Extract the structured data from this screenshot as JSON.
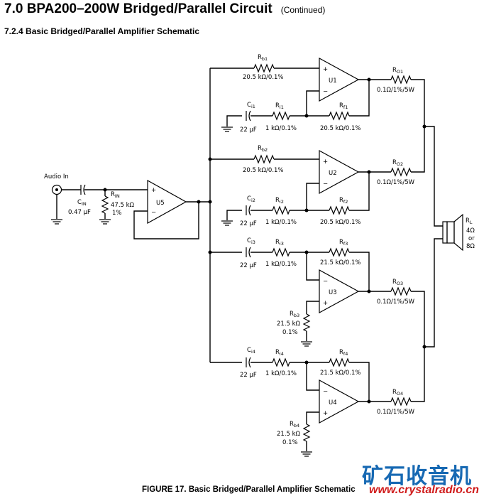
{
  "header": {
    "title": "7.0 BPA200–200W Bridged/Parallel Circuit",
    "continued": "(Continued)",
    "subtitle": "7.2.4 Basic Bridged/Parallel Amplifier Schematic"
  },
  "caption": "FIGURE 17. Basic Bridged/Parallel Amplifier Schematic",
  "watermark": {
    "cn": "矿石收音机",
    "url": "www.crystalradio.cn"
  },
  "input": {
    "label": "Audio In",
    "cin": "C",
    "cin_sub": "IN",
    "cin_val": "0.47 μF",
    "rin": "R",
    "rin_sub": "IN",
    "rin_val": "47.5 kΩ",
    "rin_tol": "1%"
  },
  "u5": "U5",
  "stage1": {
    "rb": "R",
    "rb_sub": "b1",
    "rb_val": "20.5 kΩ/0.1%",
    "ci": "C",
    "ci_sub": "i1",
    "ci_val": "22 μF",
    "ri": "R",
    "ri_sub": "i1",
    "ri_val": "1 kΩ/0.1%",
    "rf": "R",
    "rf_sub": "f1",
    "rf_val": "20.5 kΩ/0.1%",
    "u": "U1",
    "ro": "R",
    "ro_sub": "O1",
    "ro_val": "0.1Ω/1%/5W"
  },
  "stage2": {
    "rb": "R",
    "rb_sub": "b2",
    "rb_val": "20.5 kΩ/0.1%",
    "ci": "C",
    "ci_sub": "i2",
    "ci_val": "22 μF",
    "ri": "R",
    "ri_sub": "i2",
    "ri_val": "1 kΩ/0.1%",
    "rf": "R",
    "rf_sub": "f2",
    "rf_val": "20.5 kΩ/0.1%",
    "u": "U2",
    "ro": "R",
    "ro_sub": "O2",
    "ro_val": "0.1Ω/1%/5W"
  },
  "stage3": {
    "ci": "C",
    "ci_sub": "i3",
    "ci_val": "22 μF",
    "ri": "R",
    "ri_sub": "i3",
    "ri_val": "1 kΩ/0.1%",
    "rf": "R",
    "rf_sub": "f3",
    "rf_val": "21.5 kΩ/0.1%",
    "u": "U3",
    "rb": "R",
    "rb_sub": "b3",
    "rb_val": "21.5 kΩ",
    "rb_tol": "0.1%",
    "ro": "R",
    "ro_sub": "O3",
    "ro_val": "0.1Ω/1%/5W"
  },
  "stage4": {
    "ci": "C",
    "ci_sub": "i4",
    "ci_val": "22 μF",
    "ri": "R",
    "ri_sub": "i4",
    "ri_val": "1 kΩ/0.1%",
    "rf": "R",
    "rf_sub": "f4",
    "rf_val": "21.5 kΩ/0.1%",
    "u": "U4",
    "rb": "R",
    "rb_sub": "b4",
    "rb_val": "21.5 kΩ",
    "rb_tol": "0.1%",
    "ro": "R",
    "ro_sub": "O4",
    "ro_val": "0.1Ω/1%/5W"
  },
  "load": {
    "rl": "R",
    "rl_sub": "L",
    "v1": "4Ω",
    "v2": "or",
    "v3": "8Ω"
  },
  "opamp_pins": {
    "plus": "+",
    "minus": "−"
  }
}
